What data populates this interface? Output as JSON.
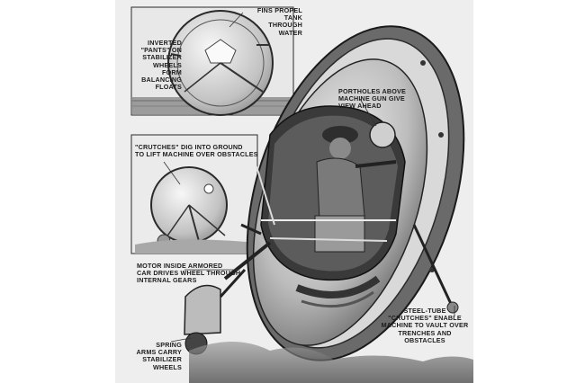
{
  "captions": {
    "fins": "FINS PROPEL\nTANK\nTHROUGH\nWATER",
    "pants": "INVERTED\n\"PANTS\" ON\nSTABILIZER\nWHEELS\nFORM\nBALANCING\nFLOATS",
    "portholes": "PORTHOLES ABOVE\nMACHINE GUN GIVE\nVIEW AHEAD",
    "crutches_dig": "\"CRUTCHES\" DIG INTO GROUND\nTO LIFT MACHINE OVER OBSTACLES",
    "motor": "MOTOR INSIDE ARMORED\nCAR DRIVES WHEEL THROUGH\nINTERNAL GEARS",
    "steel_tube": "STEEL-TUBE\n\"CRUTCHES\" ENABLE\nMACHINE TO VAULT OVER\nTRENCHES AND OBSTACLES",
    "spring_arms": "SPRING\nARMS CARRY\nSTABILIZER\nWHEELS"
  },
  "colors": {
    "paper": "#eeeeee",
    "ink": "#1c1c1c",
    "shade": "#8a8a8a",
    "light_shade": "#c8c8c8"
  }
}
